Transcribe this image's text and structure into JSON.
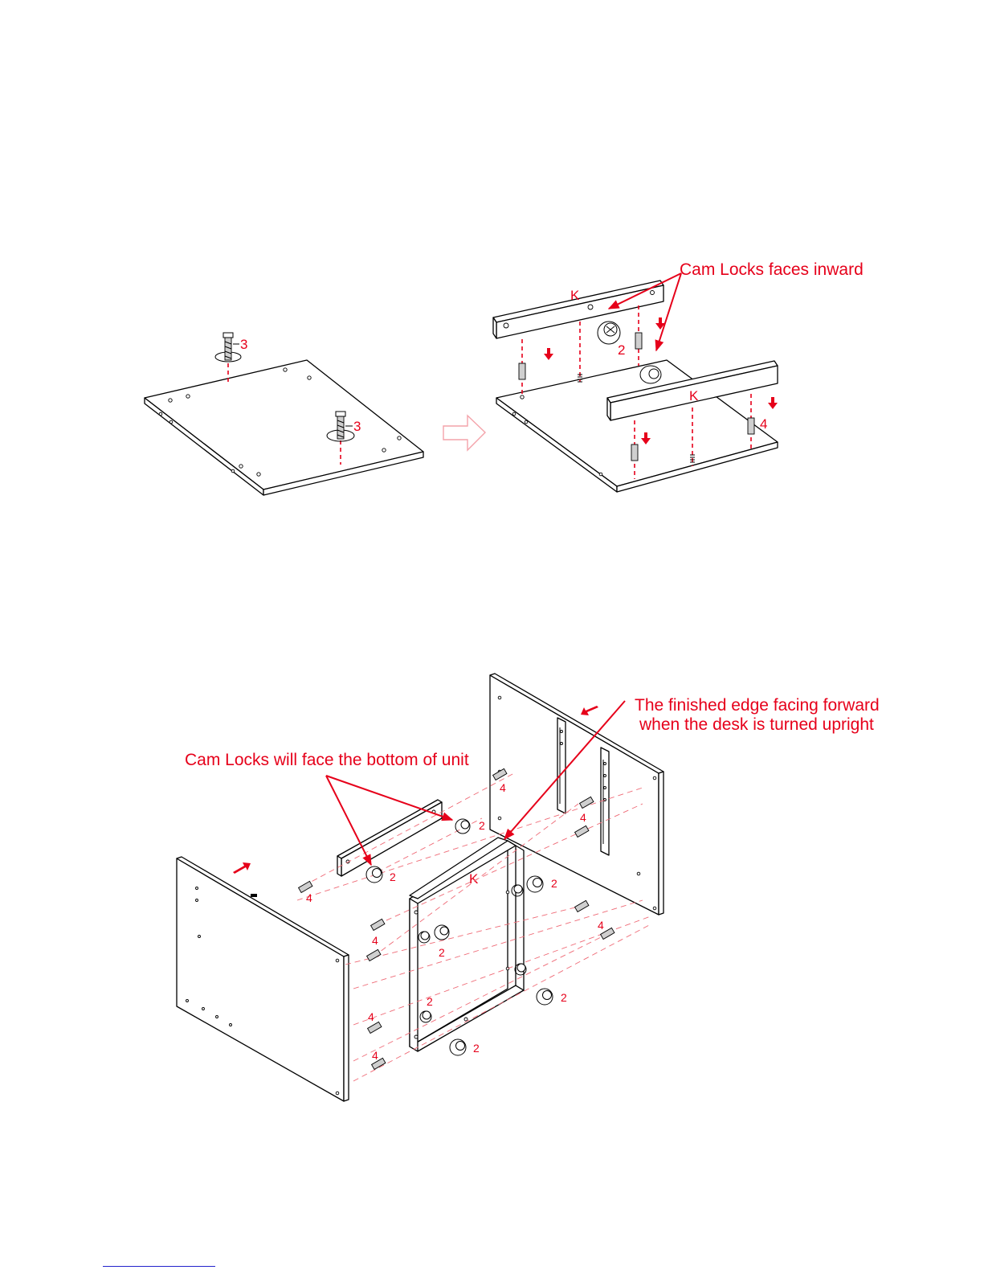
{
  "labels": {
    "step1_screw_qty_a": "3",
    "step1_screw_qty_b": "3",
    "panel_k_top": "K",
    "panel_k_right": "K",
    "note_cam_inward": "Cam Locks faces inward",
    "step2_cam_qty": "2",
    "step2_dowel_qty": "4",
    "note_finished_edge_line1": "The finished edge facing forward",
    "note_finished_edge_line2": "when the desk is turned upright",
    "note_cam_bottom": "Cam Locks will face the bottom of unit",
    "panel_k_bottom": "K",
    "step3_dowel_qty_1": "4",
    "step3_dowel_qty_2": "4",
    "step3_dowel_qty_3": "4",
    "step3_dowel_qty_4": "4",
    "step3_dowel_qty_5": "4",
    "step3_dowel_qty_6": "4",
    "step3_dowel_qty_7": "4",
    "step3_cam_qty_1": "2",
    "step3_cam_qty_2": "2",
    "step3_cam_qty_3": "2",
    "step3_cam_qty_4": "2",
    "step3_cam_qty_5": "2",
    "step3_cam_qty_6": "2",
    "step3_cam_qty_7": "2"
  },
  "colors": {
    "annotation": "#e6001a",
    "line_art": "#000000",
    "footer_link": "#2222cc"
  },
  "icons": {
    "step_transition": "outline-arrow-right-icon",
    "insert_direction": "red-arrow-icon"
  }
}
